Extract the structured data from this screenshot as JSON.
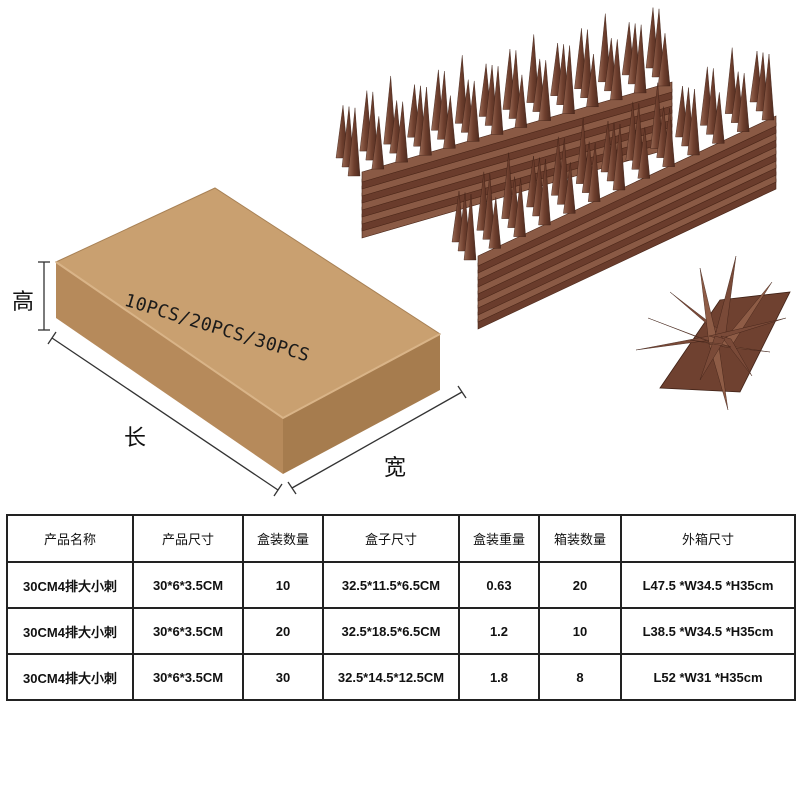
{
  "illustration": {
    "box_label": "10PCS/20PCS/30PCS",
    "dimension_labels": {
      "height": "高",
      "length": "长",
      "width": "宽"
    },
    "colors": {
      "cardboard": "#c9a070",
      "spike": "#7a4a38",
      "outline": "#222222"
    }
  },
  "table": {
    "headers": [
      "产品名称",
      "产品尺寸",
      "盒装数量",
      "盒子尺寸",
      "盒装重量",
      "箱装数量",
      "外箱尺寸"
    ],
    "rows": [
      [
        "30CM4排大小刺",
        "30*6*3.5CM",
        "10",
        "32.5*11.5*6.5CM",
        "0.63",
        "20",
        "L47.5 *W34.5 *H35cm"
      ],
      [
        "30CM4排大小刺",
        "30*6*3.5CM",
        "20",
        "32.5*18.5*6.5CM",
        "1.2",
        "10",
        "L38.5 *W34.5 *H35cm"
      ],
      [
        "30CM4排大小刺",
        "30*6*3.5CM",
        "30",
        "32.5*14.5*12.5CM",
        "1.8",
        "8",
        "L52 *W31 *H35cm"
      ]
    ]
  }
}
